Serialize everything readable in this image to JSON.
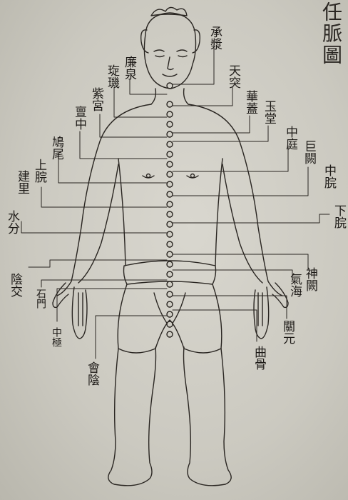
{
  "title": "任脈圖",
  "points": {
    "chengjiang": "承漿",
    "lianquan": "廉泉",
    "tiantu": "天突",
    "xuanji": "琁璣",
    "huagai": "華蓋",
    "zigong": "紫宮",
    "yutang": "玉堂",
    "tanzhong": "亶中",
    "zhongting": "中庭",
    "jiuwei": "鳩尾",
    "juque": "巨闕",
    "shangwan": "上脘",
    "zhongwan": "中脘",
    "jianli": "建里",
    "xiawan": "下脘",
    "shuifen": "水分",
    "shenque": "神闕",
    "yinjiao": "陰交",
    "qihai": "氣海",
    "shimen": "石門",
    "guanyuan": "關元",
    "zhongji": "中極",
    "qugu": "曲骨",
    "huiyin": "會陰"
  },
  "colors": {
    "ink": "#1e1b18",
    "paper": "#cfcdc4"
  }
}
